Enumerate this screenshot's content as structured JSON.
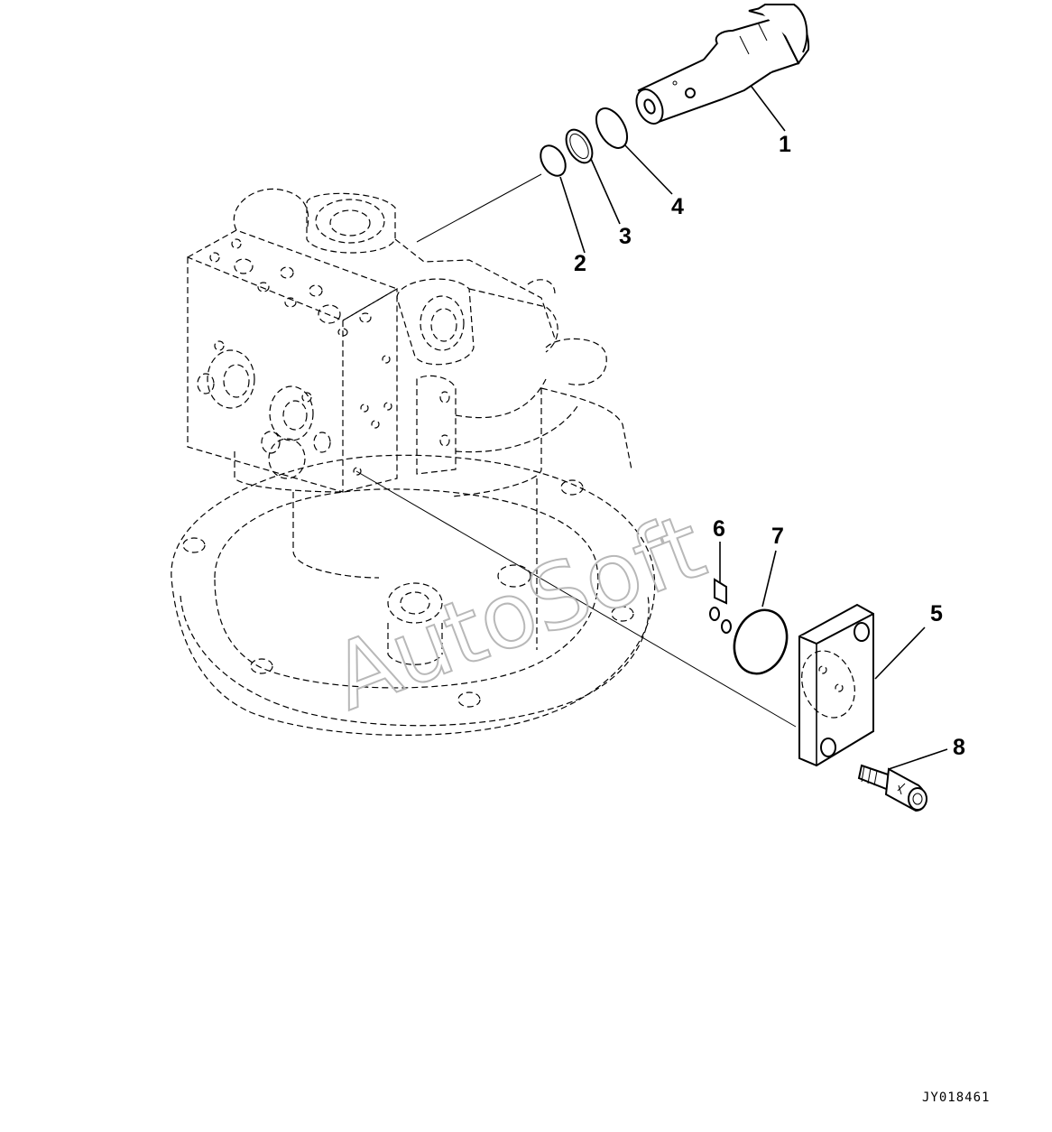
{
  "watermark": "AutoSoft",
  "figure_code": "JY018461",
  "callouts": [
    {
      "id": "1",
      "label": "1"
    },
    {
      "id": "2",
      "label": "2"
    },
    {
      "id": "3",
      "label": "3"
    },
    {
      "id": "4",
      "label": "4"
    },
    {
      "id": "5",
      "label": "5"
    },
    {
      "id": "6",
      "label": "6"
    },
    {
      "id": "7",
      "label": "7"
    },
    {
      "id": "8",
      "label": "8"
    }
  ]
}
